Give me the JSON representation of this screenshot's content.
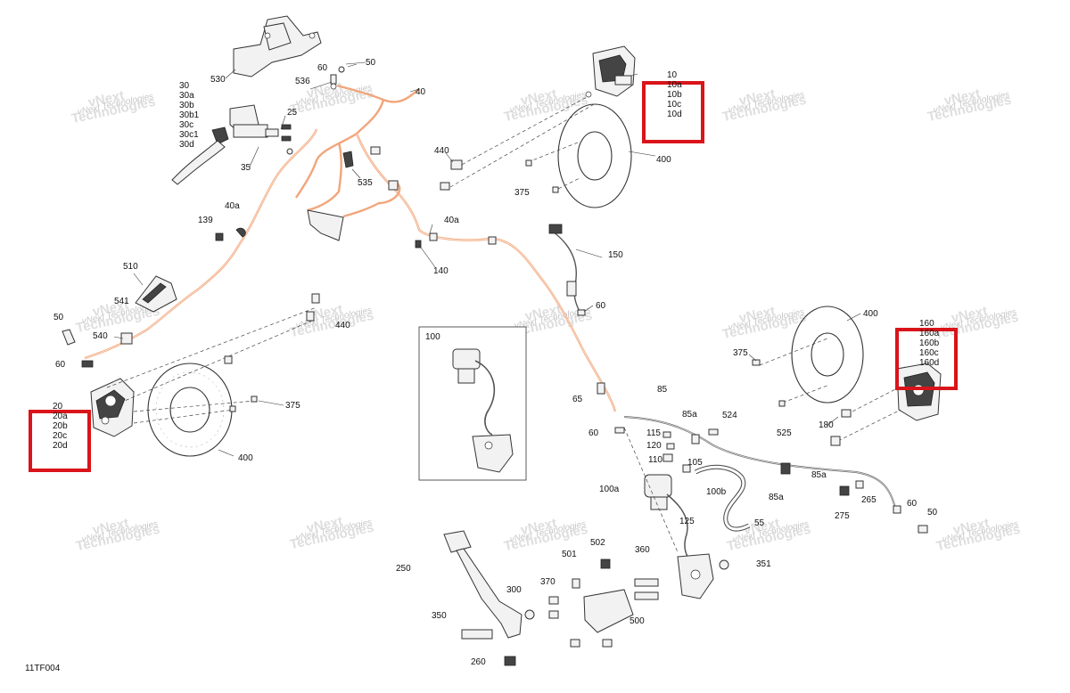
{
  "diagram_code": "11TF004",
  "watermark": {
    "line1": "vNext",
    "line2": "Technologies",
    "small": "vNext Technologies"
  },
  "labels": {
    "l530": "530",
    "l50a": "50",
    "l60a": "60",
    "l536": "536",
    "l40": "40",
    "l25": "25",
    "l35": "35",
    "l535": "535",
    "l139": "139",
    "l40a_1": "40a",
    "l40a_2": "40a",
    "l140": "140",
    "l510": "510",
    "l541": "541",
    "l540": "540",
    "l50b": "50",
    "l60b": "60",
    "l440a": "440",
    "l375a": "375",
    "l400a": "400",
    "l10": "10",
    "l10a": "10a",
    "l440b": "440",
    "l400b": "400",
    "l375b": "375",
    "l150": "150",
    "l60c": "60",
    "l100": "100",
    "l65": "65",
    "l60d": "60",
    "l85": "85",
    "l85a_1": "85a",
    "l524": "524",
    "l115": "115",
    "l120": "120",
    "l110": "110",
    "l105": "105",
    "l100a": "100a",
    "l100b": "100b",
    "l125": "125",
    "l525": "525",
    "l85a_2": "85a",
    "l85a_3": "85a",
    "l275": "275",
    "l265": "265",
    "l60e": "60",
    "l50c": "50",
    "l55": "55",
    "l180": "180",
    "l400c": "400",
    "l375c": "375",
    "l250": "250",
    "l501": "501",
    "l502": "502",
    "l360": "360",
    "l351": "351",
    "l370": "370",
    "l300": "300",
    "l350": "350",
    "l500": "500",
    "l260": "260"
  },
  "groups": {
    "master_cylinder": [
      "30",
      "30a",
      "30b",
      "30b1",
      "30c",
      "30c1",
      "30d"
    ],
    "front_left_caliper": [
      "20",
      "20a",
      "20b",
      "20c",
      "20d"
    ],
    "rear_caliper": [
      "10",
      "10a",
      "10b",
      "10c",
      "10d"
    ],
    "front_right_caliper": [
      "160",
      "160a",
      "160b",
      "160c",
      "160d"
    ]
  },
  "highlight_color": "#d9141a",
  "hose_color": "#f2a57a"
}
